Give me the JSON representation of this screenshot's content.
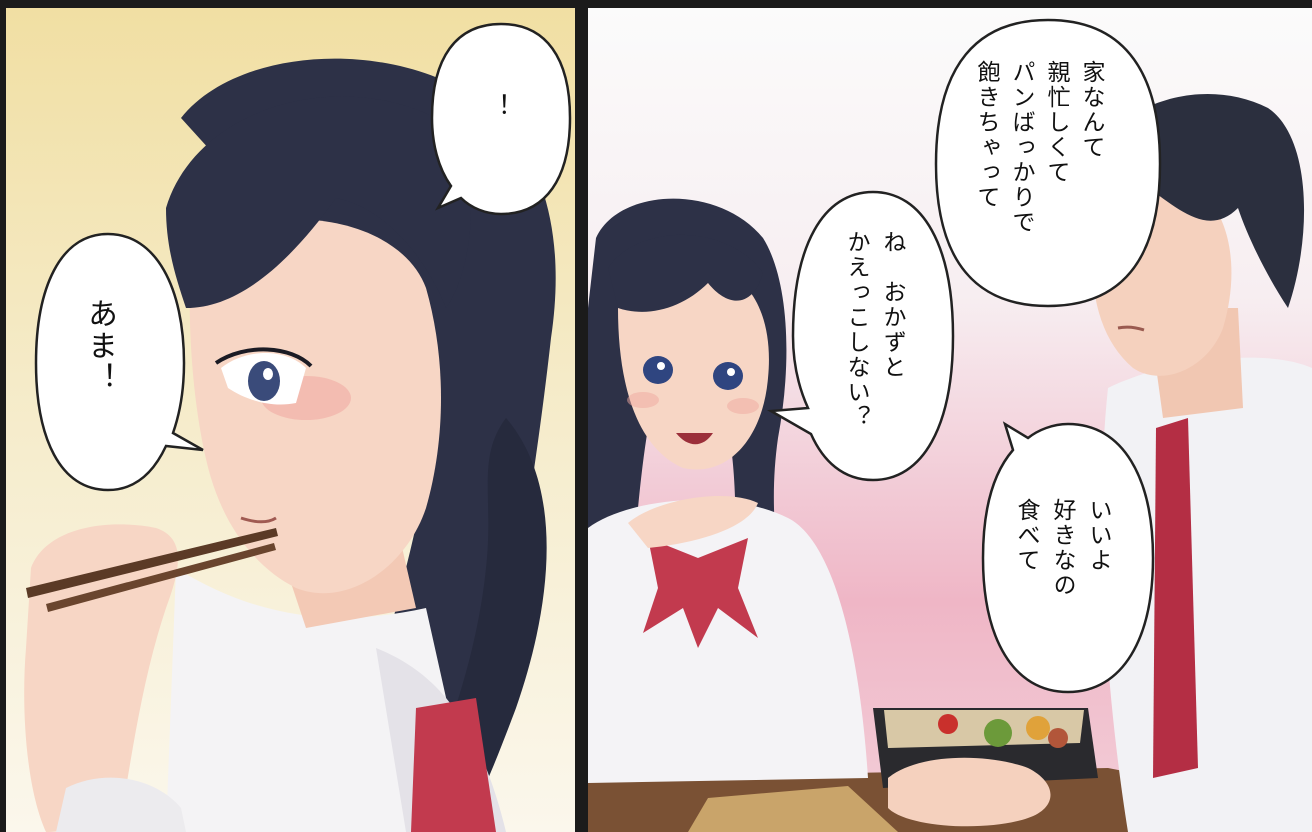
{
  "panels": [
    {
      "id": "left",
      "speech": [
        {
          "lines": [
            "！"
          ]
        },
        {
          "lines": [
            "あま！"
          ]
        }
      ]
    },
    {
      "id": "right",
      "speech": [
        {
          "lines": [
            "家なんて",
            "親忙しくて",
            "パンばっかりで",
            "飽きちゃって"
          ]
        },
        {
          "lines": [
            "ね　おかずと",
            "かえっこしない？"
          ]
        },
        {
          "lines": [
            "いいよ",
            "好きなの",
            "食べて"
          ]
        }
      ]
    }
  ],
  "colors": {
    "left_bg": "#f1dfa3",
    "right_bg_pink": "#efb6c6",
    "hair": "#2d3147",
    "ribbon": "#c23a4e",
    "tie": "#b42e44",
    "bento_box": "#2a2a2e"
  }
}
